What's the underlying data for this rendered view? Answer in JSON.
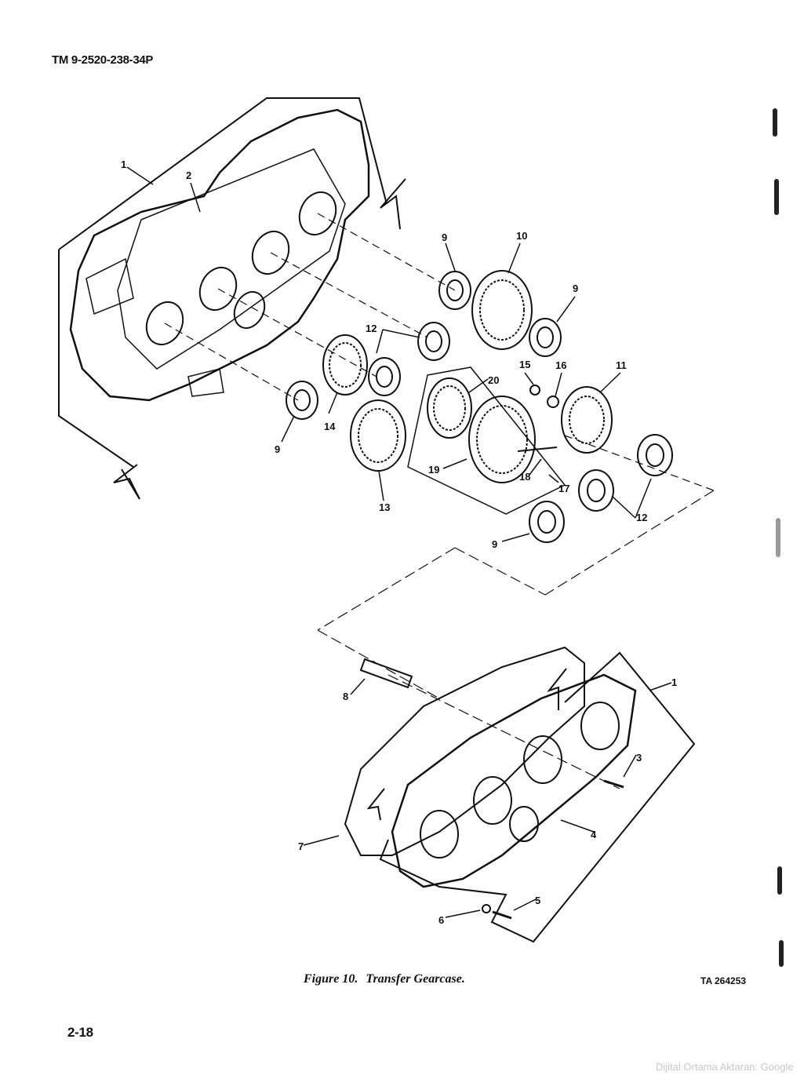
{
  "header": {
    "doc_number": "TM 9-2520-238-34P"
  },
  "figure": {
    "caption_number": "Figure 10.",
    "caption_title": "Transfer Gearcase.",
    "ta_code": "TA 264253",
    "callouts": {
      "c1a": "1",
      "c2": "2",
      "c9a": "9",
      "c10": "10",
      "c9b": "9",
      "c12a": "12",
      "c15": "15",
      "c16": "16",
      "c11": "11",
      "c20": "20",
      "c14": "14",
      "c9c": "9",
      "c19": "19",
      "c18": "18",
      "c17": "17",
      "c13": "13",
      "c12b": "12",
      "c9d": "9",
      "c8": "8",
      "c1b": "1",
      "c3": "3",
      "c4": "4",
      "c7": "7",
      "c5": "5",
      "c6": "6"
    }
  },
  "page": {
    "number": "2-18"
  },
  "watermark": {
    "text": "Dijital Ortama Aktaran: Google"
  }
}
